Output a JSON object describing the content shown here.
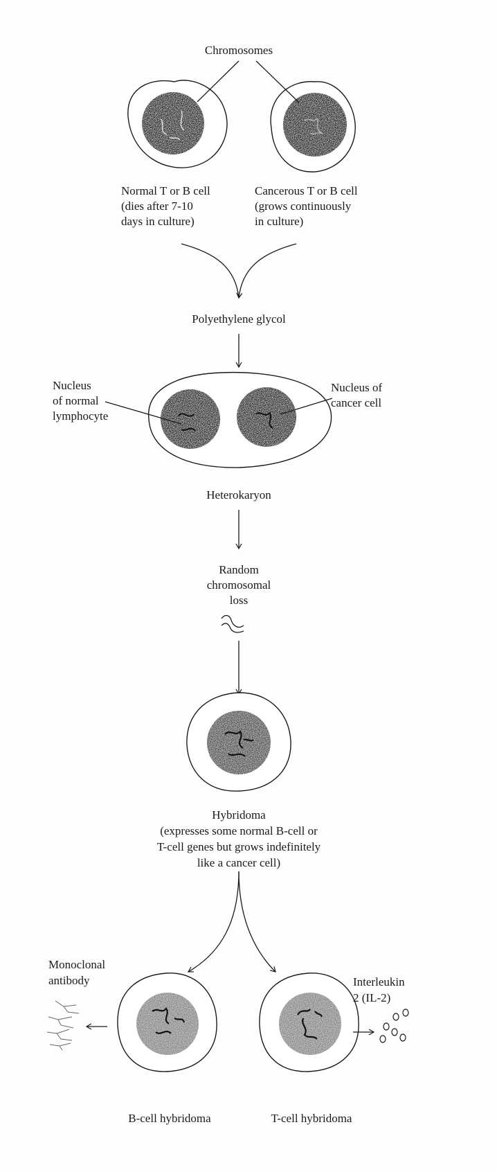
{
  "title_label": "Chromosomes",
  "normal_cell": {
    "lines": [
      "Normal T or B cell",
      "(dies after 7-10",
      "days in culture)"
    ]
  },
  "cancer_cell": {
    "lines": [
      "Cancerous T or B cell",
      "(grows continuously",
      "in culture)"
    ]
  },
  "fusion_agent": "Polyethylene glycol",
  "nucleus_normal": {
    "lines": [
      "Nucleus",
      "of normal",
      "lymphocyte"
    ]
  },
  "nucleus_cancer": {
    "lines": [
      "Nucleus of",
      "cancer cell"
    ]
  },
  "heterokaryon": "Heterokaryon",
  "chromosome_loss": {
    "lines": [
      "Random",
      "chromosomal",
      "loss"
    ]
  },
  "hybridoma": {
    "lines": [
      "Hybridoma",
      "(expresses some normal B-cell or",
      "T-cell genes but grows indefinitely",
      "like a cancer cell)"
    ]
  },
  "monoclonal": {
    "lines": [
      "Monoclonal",
      "antibody"
    ]
  },
  "interleukin": {
    "lines": [
      "Interleukin",
      "2 (IL-2)"
    ]
  },
  "b_hybridoma": "B-cell hybridoma",
  "t_hybridoma": "T-cell hybridoma",
  "colors": {
    "ink": "#1a1a1a",
    "dark_nucleus": "#2b2b2b",
    "light_nucleus": "#8a8a8a"
  }
}
